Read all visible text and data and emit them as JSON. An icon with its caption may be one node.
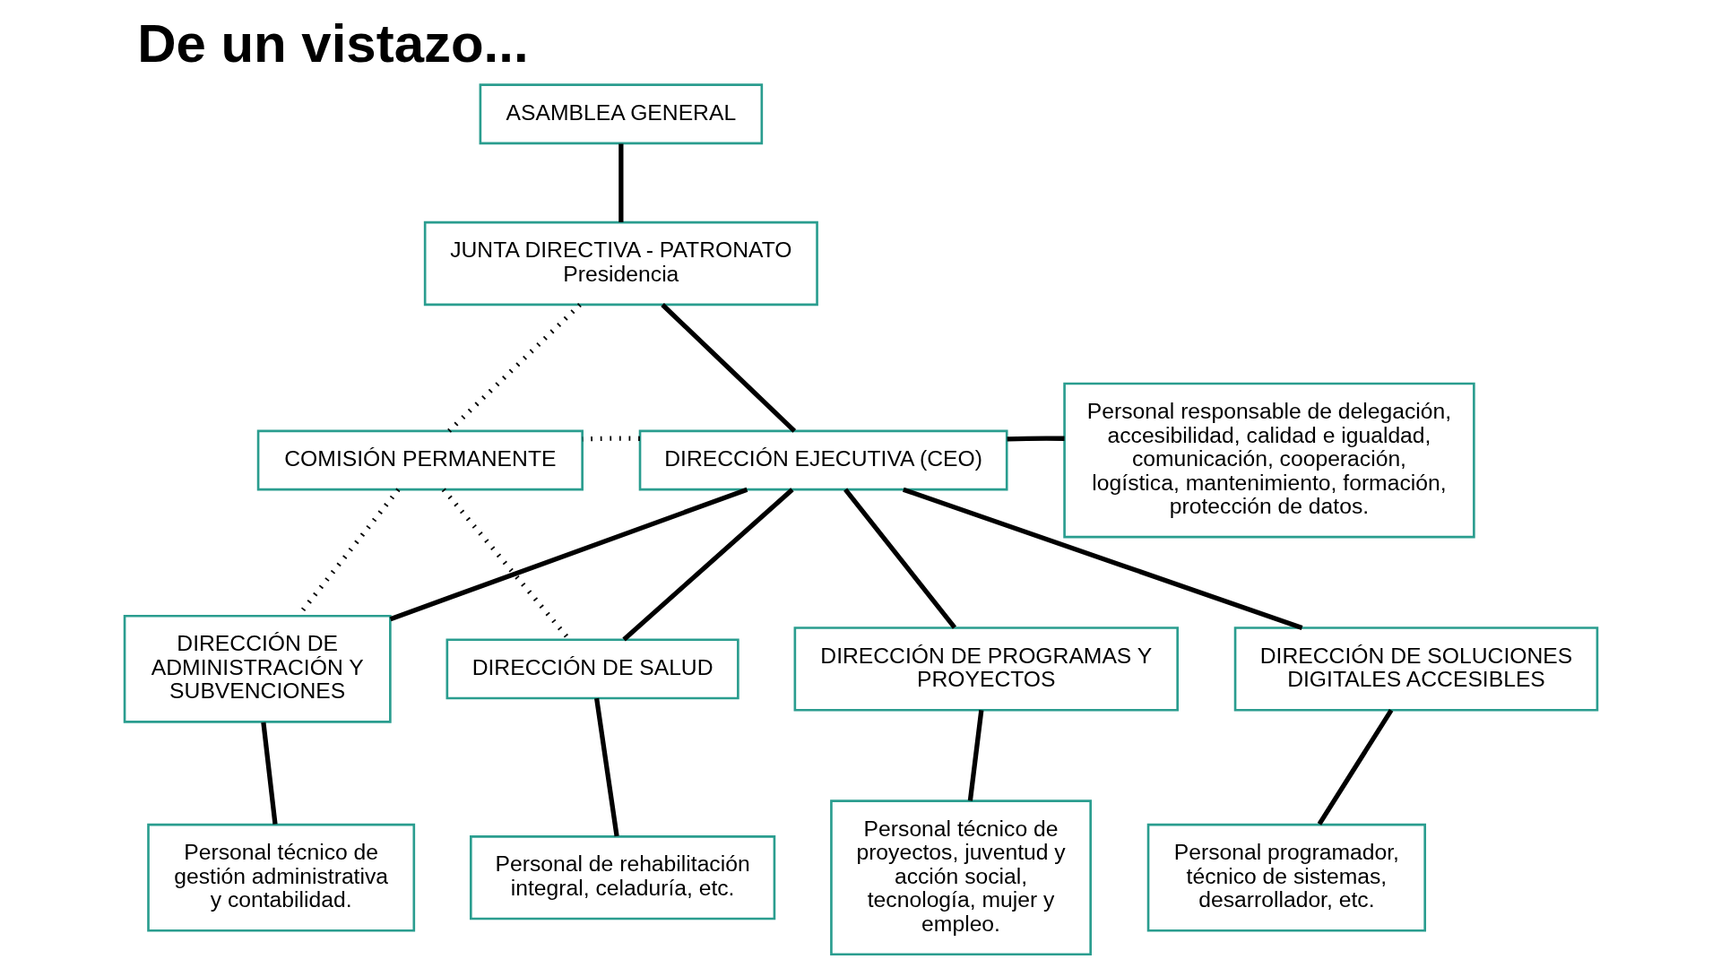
{
  "diagram": {
    "title": "De un vistazo...",
    "nodes": [
      {
        "text": [
          "ASAMBLEA GENERAL"
        ]
      },
      {
        "text": [
          "JUNTA DIRECTIVA - PATRONATO",
          "Presidencia"
        ]
      },
      {
        "text": [
          "DIRECCIÓN EJECUTIVA (CEO)"
        ]
      },
      {
        "text": [
          "Personal responsable de delegación, accesibilidad, calidad e igualdad, comunicación, cooperación, logística, mantenimiento, formación, protección de datos."
        ]
      },
      {
        "text": [
          "COMISIÓN PERMANENTE"
        ]
      },
      {
        "text": [
          "DIRECCIÓN DE ADMINISTRACIÓN Y SUBVENCIONES"
        ]
      },
      {
        "text": [
          "DIRECCIÓN DE SALUD"
        ]
      },
      {
        "text": [
          "DIRECCIÓN DE PROGRAMAS Y PROYECTOS"
        ]
      },
      {
        "text": [
          "DIRECCIÓN DE SOLUCIONES DIGITALES ACCESIBLES"
        ]
      },
      {
        "text": [
          "Personal técnico de gestión administrativa y contabilidad."
        ]
      },
      {
        "text": [
          "Personal de rehabilitación integral, celaduría, etc."
        ]
      },
      {
        "text": [
          "Personal técnico de proyectos, juventud y acción social, tecnología, mujer y empleo."
        ]
      },
      {
        "text": [
          "Personal programador, técnico de sistemas, desarrollador, etc."
        ]
      }
    ],
    "edges": [
      {
        "from": 0,
        "to": 1,
        "arrow": "none"
      },
      {
        "from": 1,
        "to": 2,
        "arrow": "none"
      },
      {
        "from": 2,
        "to": 3,
        "arrow": "none"
      },
      {
        "from": 1,
        "to": 4,
        "arrow": "none",
        "style": "dashed"
      },
      {
        "from": 2,
        "to": 4,
        "arrow": "none",
        "style": "dashed"
      },
      {
        "from": 2,
        "to": 5,
        "arrow": "none"
      },
      {
        "from": 2,
        "to": 6,
        "arrow": "none"
      },
      {
        "from": 2,
        "to": 7,
        "arrow": "none"
      },
      {
        "from": 2,
        "to": 8,
        "arrow": "none"
      },
      {
        "from": 4,
        "to": 5,
        "arrow": "none",
        "style": "dashed"
      },
      {
        "from": 4,
        "to": 6,
        "arrow": "none",
        "style": "dashed"
      },
      {
        "from": 5,
        "to": 9,
        "arrow": "none"
      },
      {
        "from": 6,
        "to": 10,
        "arrow": "none"
      },
      {
        "from": 7,
        "to": 11,
        "arrow": "none"
      },
      {
        "from": 8,
        "to": 12,
        "arrow": "none"
      }
    ]
  }
}
